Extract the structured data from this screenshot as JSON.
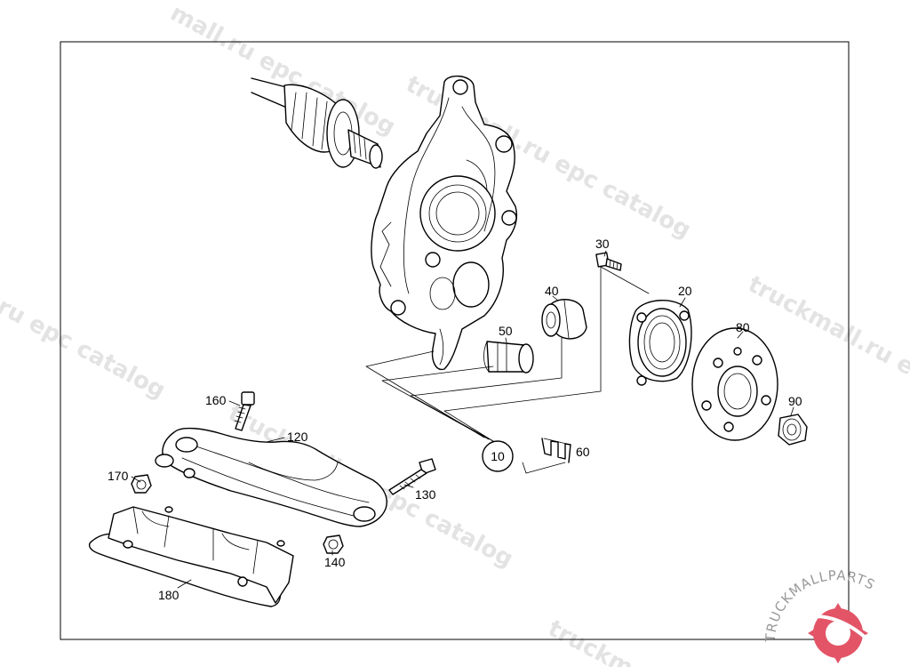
{
  "watermark": {
    "line_1": "mall.ru epc catalog",
    "line_2": "truckmall.ru epc catalog",
    "line_3": "truckmall.ru e",
    "line_4": "ru epc catalog",
    "line_5": "truckmall.ru epc catalog",
    "line_6": "truckm"
  },
  "logo": {
    "text": "TRUCKMALLPARTS",
    "color_main": "#e35467",
    "color_text": "#9a9a9a"
  },
  "callouts": {
    "p10": "10",
    "p20": "20",
    "p30": "30",
    "p40": "40",
    "p50": "50",
    "p60": "60",
    "p80": "80",
    "p90": "90",
    "p120": "120",
    "p130": "130",
    "p140": "140",
    "p160": "160",
    "p170": "170",
    "p180": "180"
  }
}
